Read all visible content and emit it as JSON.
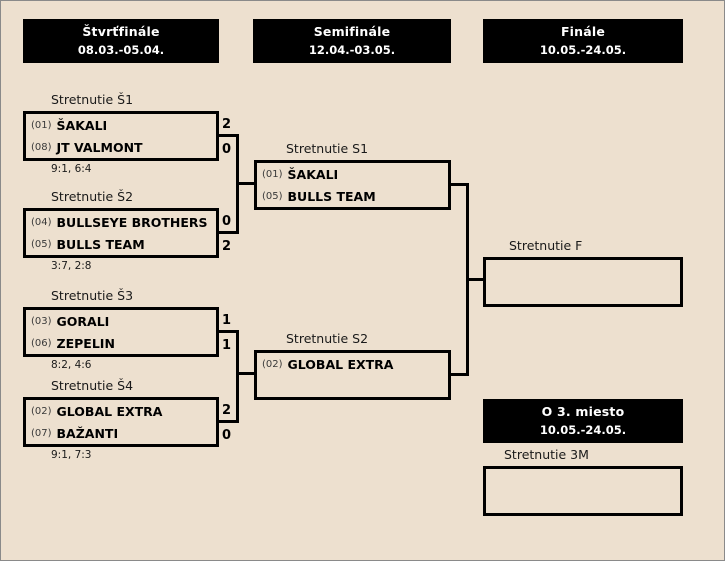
{
  "rounds": [
    {
      "title": "Štvrťfinále",
      "dates": "08.03.-05.04."
    },
    {
      "title": "Semifinále",
      "dates": "12.04.-03.05."
    },
    {
      "title": "Finále",
      "dates": "10.05.-24.05."
    },
    {
      "title": "O 3. miesto",
      "dates": "10.05.-24.05."
    }
  ],
  "quarterfinals": [
    {
      "label": "Stretnutie Š1",
      "sets": "9:1, 6:4",
      "teams": [
        {
          "seed": "(01)",
          "name": "ŠAKALI",
          "score": "2"
        },
        {
          "seed": "(08)",
          "name": "JT VALMONT",
          "score": "0"
        }
      ]
    },
    {
      "label": "Stretnutie Š2",
      "sets": "3:7, 2:8",
      "teams": [
        {
          "seed": "(04)",
          "name": "BULLSEYE BROTHERS",
          "score": "0"
        },
        {
          "seed": "(05)",
          "name": "BULLS TEAM",
          "score": "2"
        }
      ]
    },
    {
      "label": "Stretnutie Š3",
      "sets": "8:2, 4:6",
      "teams": [
        {
          "seed": "(03)",
          "name": "GORALI",
          "score": "1"
        },
        {
          "seed": "(06)",
          "name": "ZEPELIN",
          "score": "1"
        }
      ]
    },
    {
      "label": "Stretnutie Š4",
      "sets": "9:1, 7:3",
      "teams": [
        {
          "seed": "(02)",
          "name": "GLOBAL EXTRA",
          "score": "2"
        },
        {
          "seed": "(07)",
          "name": "BAŽANTI",
          "score": "0"
        }
      ]
    }
  ],
  "semifinals": [
    {
      "label": "Stretnutie S1",
      "sets": "",
      "teams": [
        {
          "seed": "(01)",
          "name": "ŠAKALI",
          "score": ""
        },
        {
          "seed": "(05)",
          "name": "BULLS TEAM",
          "score": ""
        }
      ]
    },
    {
      "label": "Stretnutie S2",
      "sets": "",
      "teams": [
        {
          "seed": "(02)",
          "name": "GLOBAL EXTRA",
          "score": ""
        },
        {
          "seed": "",
          "name": "",
          "score": ""
        }
      ]
    }
  ],
  "final": {
    "label": "Stretnutie F",
    "teams": [
      {
        "seed": "",
        "name": "",
        "score": ""
      },
      {
        "seed": "",
        "name": "",
        "score": ""
      }
    ]
  },
  "third_place": {
    "label": "Stretnutie 3M",
    "teams": [
      {
        "seed": "",
        "name": "",
        "score": ""
      },
      {
        "seed": "",
        "name": "",
        "score": ""
      }
    ]
  },
  "colors": {
    "background": "#ede0cf",
    "header_background": "#000000",
    "header_text": "#ffffff",
    "line": "#000000"
  }
}
